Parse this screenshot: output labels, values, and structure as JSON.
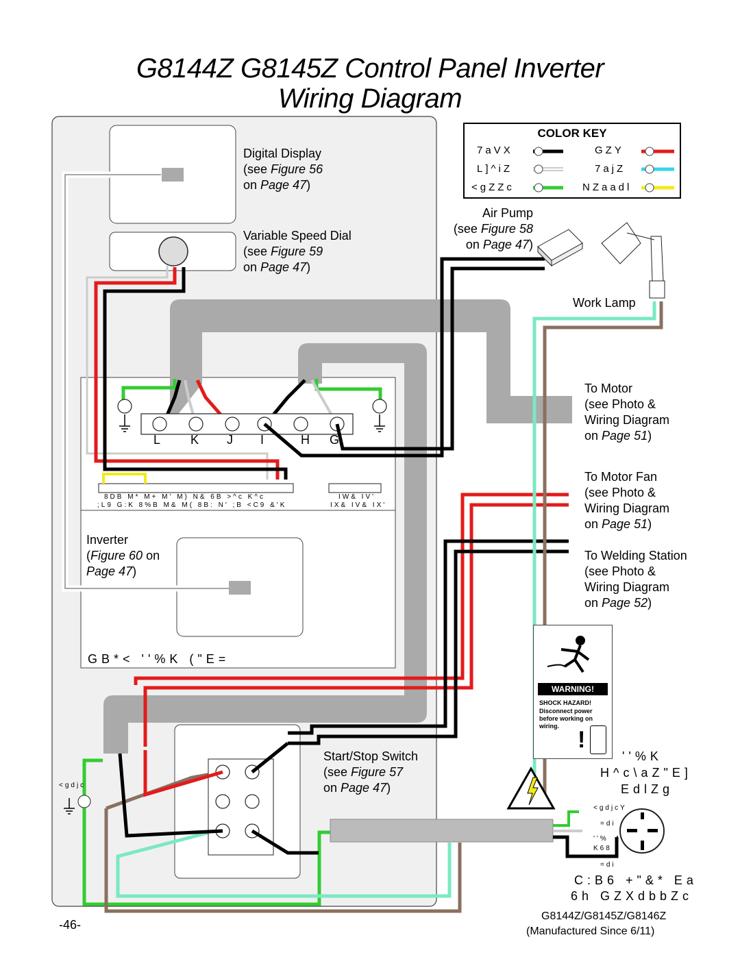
{
  "title": {
    "line1": "G8144Z G8145Z Control Panel  Inverter",
    "line2": "Wiring Diagram"
  },
  "color_key": {
    "heading": "COLOR KEY",
    "entries": [
      {
        "label": "7aVX",
        "swatch": "#000000",
        "code": "7"
      },
      {
        "label": "GZY",
        "swatch": "#e31b1b",
        "code": "G"
      },
      {
        "label": "L]^iZ",
        "swatch": "#ffffff",
        "code": "L"
      },
      {
        "label": "7ajZ",
        "swatch": "#35d6e8",
        "code": "7"
      },
      {
        "label": "<gZZc",
        "swatch": "#33cc33",
        "code": "<"
      },
      {
        "label": "NZaadl",
        "swatch": "#f2ea1c",
        "code": "N"
      }
    ]
  },
  "components": {
    "digital_display": {
      "name": "Digital Display",
      "ref_prefix": "(see ",
      "figure_word": "Figure",
      "figure": "56",
      "on": "on ",
      "page_word": "Page",
      "page": "47"
    },
    "speed_dial": {
      "name": "Variable Speed Dial",
      "ref_prefix": "(see ",
      "figure_word": "Figure",
      "figure": "59",
      "on": "on ",
      "page_word": "Page",
      "page": "47"
    },
    "air_pump": {
      "name": "Air Pump",
      "ref_prefix": "(see ",
      "figure_word": "Figure",
      "figure": "58",
      "on": "on ",
      "page_word": "Page",
      "page": "47"
    },
    "work_lamp": {
      "name": "Work Lamp"
    },
    "to_motor": {
      "name": "To Motor",
      "ref": "(see Photo &",
      "ref2": "Wiring Diagram",
      "on": "on ",
      "page_word": "Page",
      "page": "51"
    },
    "to_motor_fan": {
      "name": "To Motor Fan",
      "ref": "(see Photo &",
      "ref2": "Wiring Diagram",
      "on": "on ",
      "page_word": "Page",
      "page": "51"
    },
    "to_welding": {
      "name": "To Welding Station",
      "ref": "(see Photo &",
      "ref2": "Wiring Diagram",
      "on": "on ",
      "page_word": "Page",
      "page": "52"
    },
    "inverter": {
      "name": "Inverter",
      "figure_word": "Figure",
      "figure": "60",
      "on": " on",
      "page_word": "Page",
      "page": "47"
    },
    "start_stop": {
      "name": "Start/Stop Switch",
      "ref_prefix": "(see ",
      "figure_word": "Figure",
      "figure": "57",
      "on": "on ",
      "page_word": "Page",
      "page": "47"
    }
  },
  "terminal_letters": [
    "L",
    "K",
    "J",
    "I",
    "H",
    "G"
  ],
  "inverter_panel_label": "GB*<  ''%K  (\"E=",
  "terminal_strip_top": "8DB M* M+ M' M) N& 6B  >^c K^c",
  "terminal_strip_bottom": ";L9 G:K 8%B M& M( 8B: N' ;B <C9 &'K",
  "terminal_strip_right_top": "IW& IV'",
  "terminal_strip_right_bottom": "IX& IV& IX'",
  "warning": {
    "banner": "WARNING!",
    "hazard": "SHOCK HAZARD!",
    "text": "Disconnect power before working on wiring."
  },
  "plug": {
    "line1": "''%K",
    "line2": "H^c\\aZ\"E]",
    "line3": "EdlZg",
    "ground": "<gdjcY",
    "hot1": "=di",
    "hot2": "=di",
    "volt": "''%",
    "amp": "K68",
    "caption1": "C:B6 +\"&* Ea",
    "caption2": "6h GZXdbbZc"
  },
  "ground_label": "<gdjc",
  "footer": {
    "page_number": "-46-",
    "model": "G8144Z/G8145Z/G8146Z",
    "manufactured": "(Manufactured Since 6/11)"
  }
}
